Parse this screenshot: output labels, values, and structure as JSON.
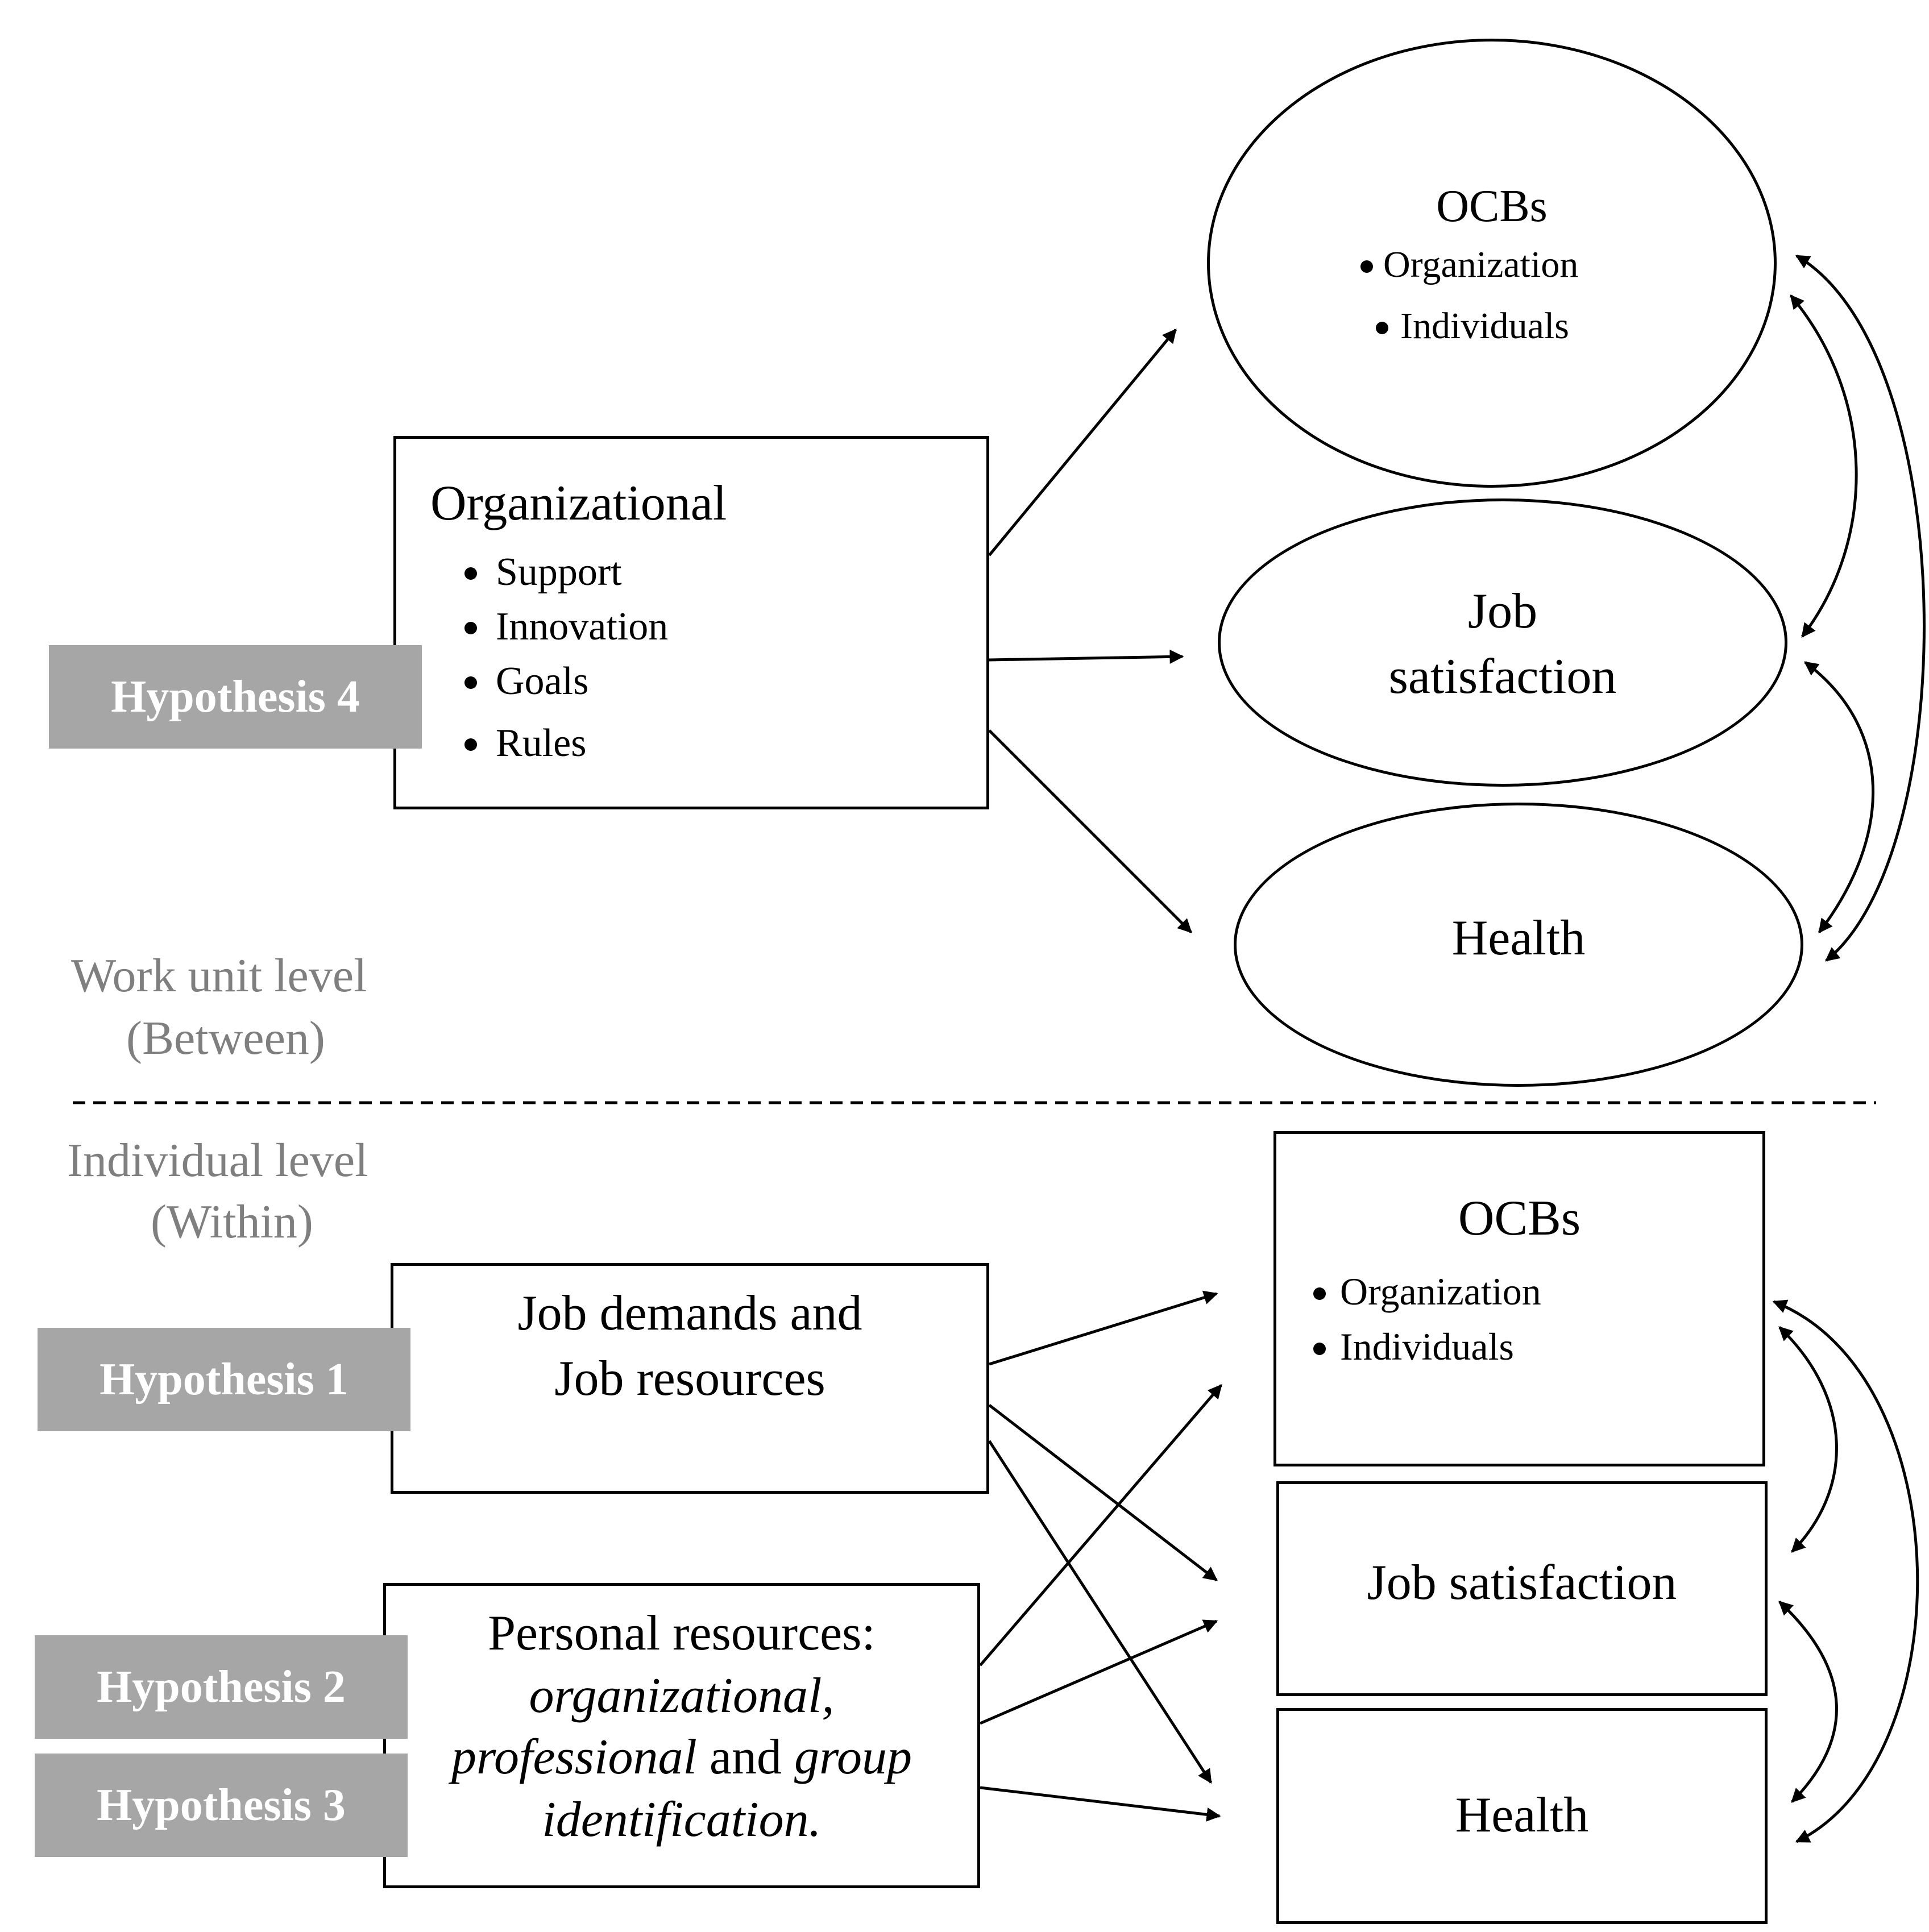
{
  "colors": {
    "line": "#000000",
    "hypothesis_tag_bg": "#a6a6a6",
    "hypothesis_tag_text": "#ffffff",
    "level_label": "#7f7f7f"
  },
  "hypotheses": {
    "h1": "Hypothesis 1",
    "h2": "Hypothesis 2",
    "h3": "Hypothesis 3",
    "h4": "Hypothesis 4"
  },
  "levels": {
    "between_line1": "Work unit level",
    "between_line2": "(Between)",
    "within_line1": "Individual level",
    "within_line2": "(Within)"
  },
  "work_unit": {
    "organizational": {
      "title": "Organizational",
      "items": [
        "Support",
        "Innovation",
        "Goals",
        "Rules"
      ]
    },
    "ocbs": {
      "title": "OCBs",
      "items": [
        "Organization",
        "Individuals"
      ]
    },
    "job_satisfaction": {
      "line1": "Job",
      "line2": "satisfaction"
    },
    "health": "Health"
  },
  "individual": {
    "job_demands": {
      "line1": "Job demands and",
      "line2": "Job resources"
    },
    "personal_resources": {
      "line1": "Personal resources:",
      "line2": "organizational,",
      "line3_a": "professional",
      "line3_b": " and ",
      "line3_c": "group",
      "line4": "identification."
    },
    "ocbs": {
      "title": "OCBs",
      "items": [
        "Organization",
        "Individuals"
      ]
    },
    "job_satisfaction": "Job satisfaction",
    "health": "Health"
  }
}
